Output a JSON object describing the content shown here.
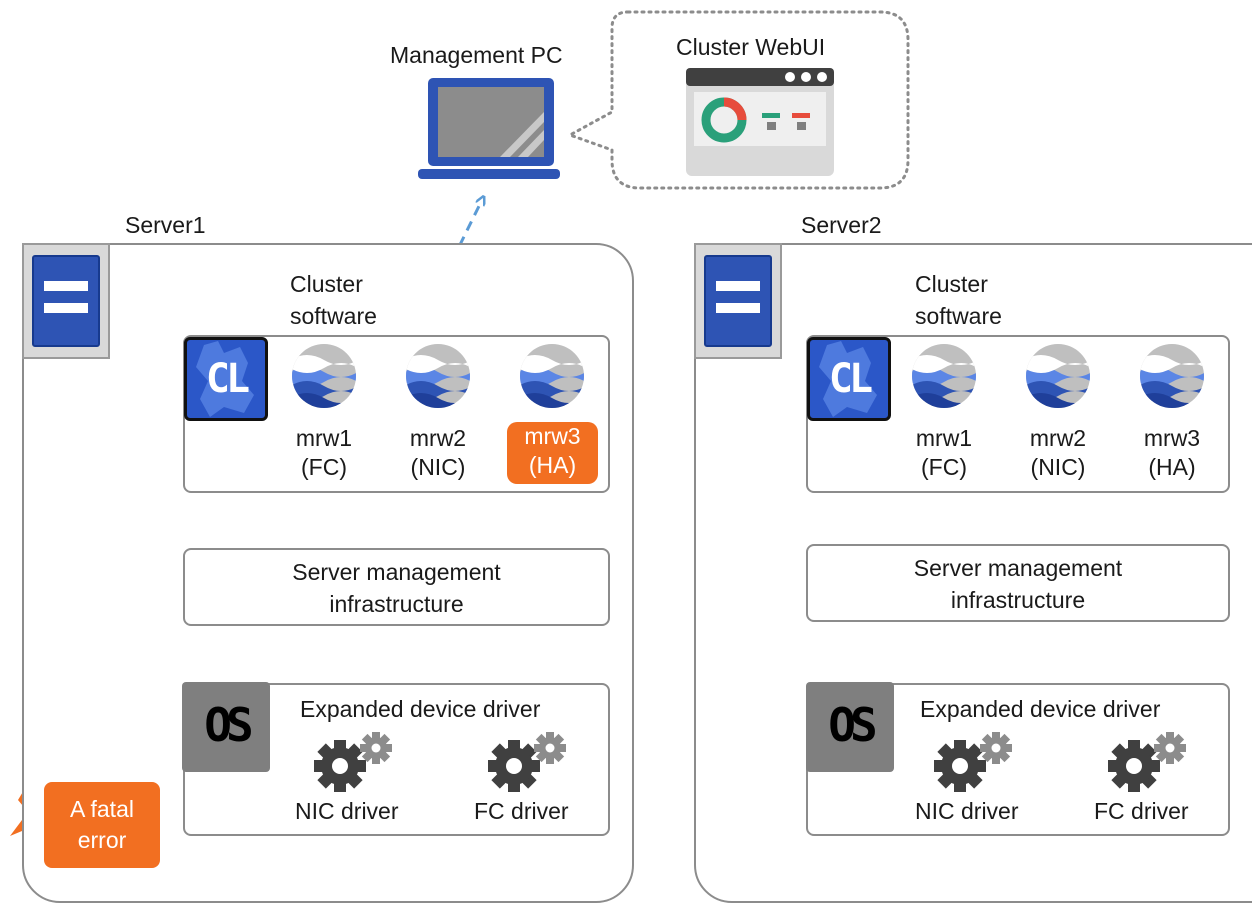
{
  "management": {
    "pc_label": "Management  PC",
    "webui_label": "Cluster WebUI"
  },
  "servers": [
    {
      "name": "Server1",
      "cluster_label_line1": "Cluster",
      "cluster_label_line2": "software",
      "cl_tile": "CL",
      "monitors": [
        {
          "line1": "mrw1",
          "line2": "(FC)",
          "highlighted": false
        },
        {
          "line1": "mrw2",
          "line2": "(NIC)",
          "highlighted": false
        },
        {
          "line1": "mrw3",
          "line2": "(HA)",
          "highlighted": true
        }
      ],
      "infra_line1": "Server management",
      "infra_line2": "infrastructure",
      "os_tile": "OS",
      "driver_title": "Expanded  device driver",
      "drivers": [
        "NIC  driver",
        "FC driver"
      ]
    },
    {
      "name": "Server2",
      "cluster_label_line1": "Cluster",
      "cluster_label_line2": "software",
      "cl_tile": "CL",
      "monitors": [
        {
          "line1": "mrw1",
          "line2": "(FC)",
          "highlighted": false
        },
        {
          "line1": "mrw2",
          "line2": "(NIC)",
          "highlighted": false
        },
        {
          "line1": "mrw3",
          "line2": "(HA)",
          "highlighted": false
        }
      ],
      "infra_line1": "Server management",
      "infra_line2": "infrastructure",
      "os_tile": "OS",
      "driver_title": "Expanded  device driver",
      "drivers": [
        "NIC  driver",
        "FC driver"
      ]
    }
  ],
  "error": {
    "line1": "A fatal",
    "line2": "error"
  },
  "colors": {
    "accent_orange": "#f26f21",
    "server_blue": "#2e54b4",
    "arrow_blue": "#5b9bd5",
    "frame_gray": "#8c8c8c"
  }
}
